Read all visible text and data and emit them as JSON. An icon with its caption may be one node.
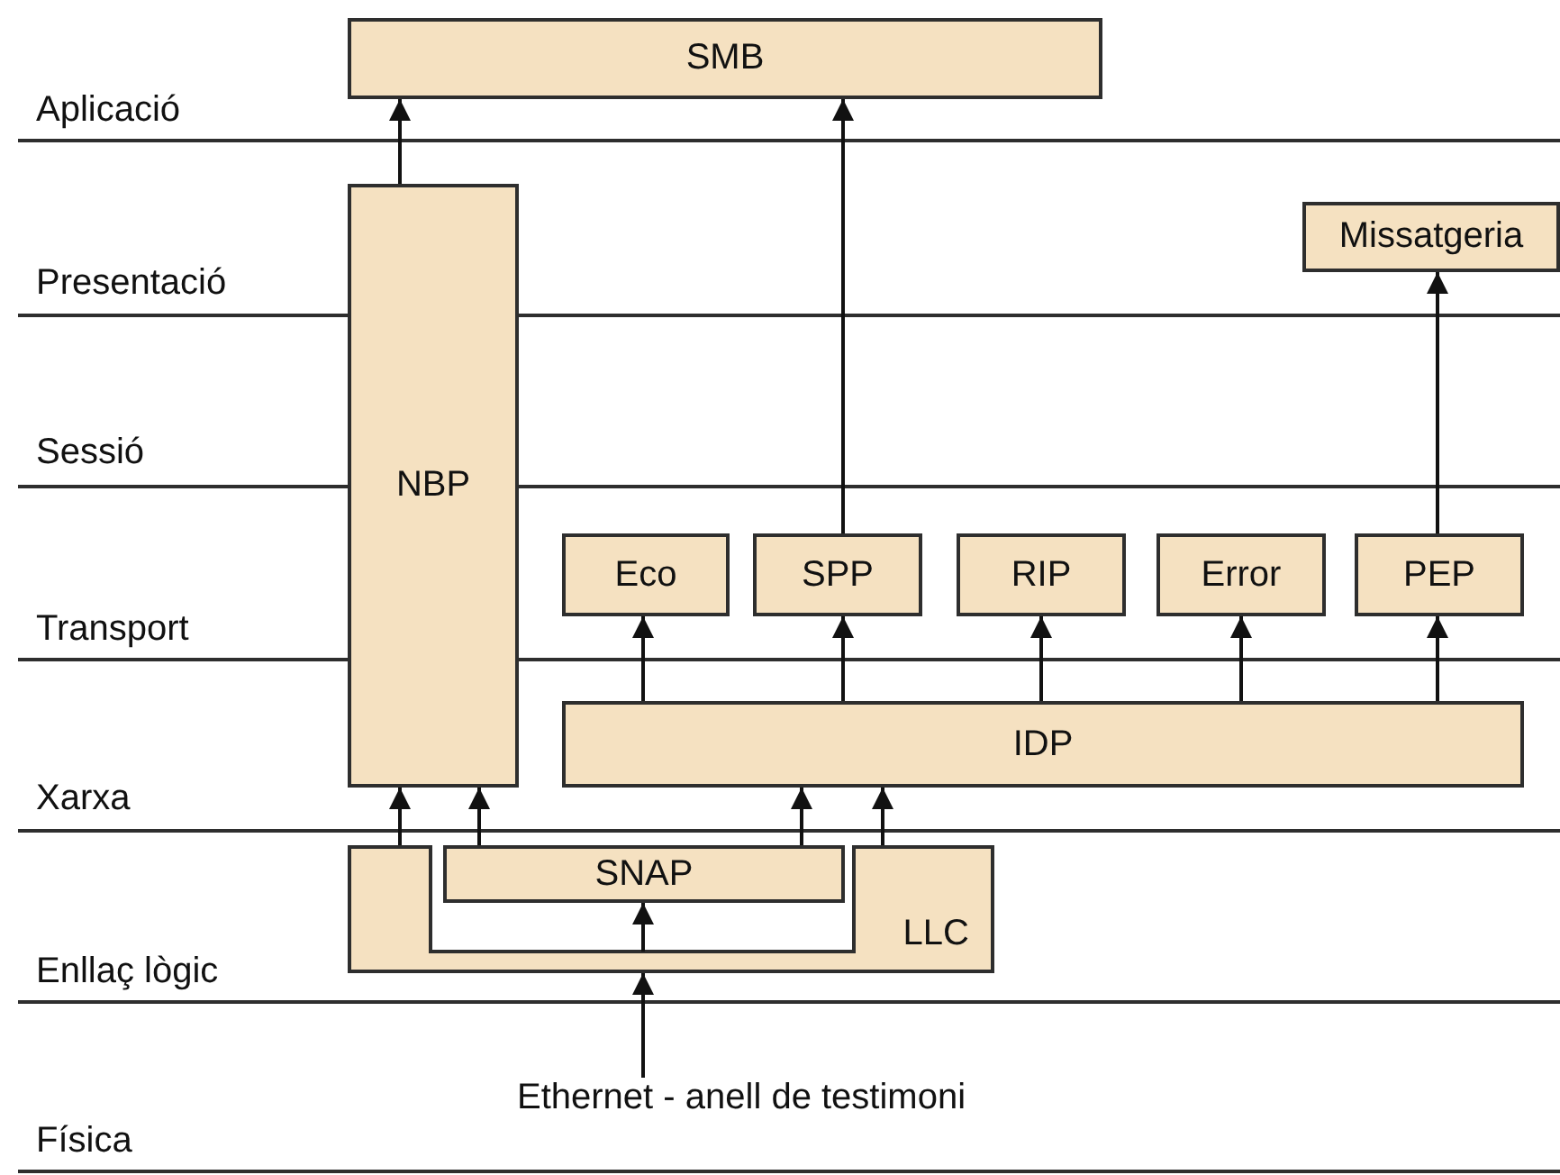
{
  "diagram": {
    "nodes": [
      {
        "text": [
          "SMB"
        ]
      },
      {
        "text": [
          "NBP"
        ]
      },
      {
        "text": [
          "Missatgeria"
        ]
      },
      {
        "text": [
          "Eco"
        ]
      },
      {
        "text": [
          "SPP"
        ]
      },
      {
        "text": [
          "RIP"
        ]
      },
      {
        "text": [
          "Error"
        ]
      },
      {
        "text": [
          "PEP"
        ]
      },
      {
        "text": [
          "IDP"
        ]
      },
      {
        "text": [
          "LLC"
        ]
      },
      {
        "text": [
          "SNAP"
        ],
        "in": 9
      },
      {
        "text": [
          "Ethernet - anell de testimoni"
        ]
      }
    ],
    "edges": [
      {
        "from": 1,
        "to": 0,
        "arrow": "to"
      },
      {
        "from": 4,
        "to": 0,
        "arrow": "to"
      },
      {
        "from": 7,
        "to": 2,
        "arrow": "to"
      },
      {
        "from": 8,
        "to": 3,
        "arrow": "to"
      },
      {
        "from": 8,
        "to": 4,
        "arrow": "to"
      },
      {
        "from": 8,
        "to": 5,
        "arrow": "to"
      },
      {
        "from": 8,
        "to": 6,
        "arrow": "to"
      },
      {
        "from": 8,
        "to": 7,
        "arrow": "to"
      },
      {
        "from": 9,
        "to": 1,
        "arrow": "to"
      },
      {
        "from": 10,
        "to": 1,
        "arrow": "to"
      },
      {
        "from": 10,
        "to": 8,
        "arrow": "to"
      },
      {
        "from": 9,
        "to": 8,
        "arrow": "to"
      },
      {
        "from": 9,
        "to": 10,
        "arrow": "to"
      },
      {
        "from": 11,
        "to": 9,
        "arrow": "to"
      }
    ],
    "labels": [
      "Aplicació",
      "Presentació",
      "Sessió",
      "Transport",
      "Xarxa",
      "Enllaç lògic",
      "Física"
    ]
  }
}
